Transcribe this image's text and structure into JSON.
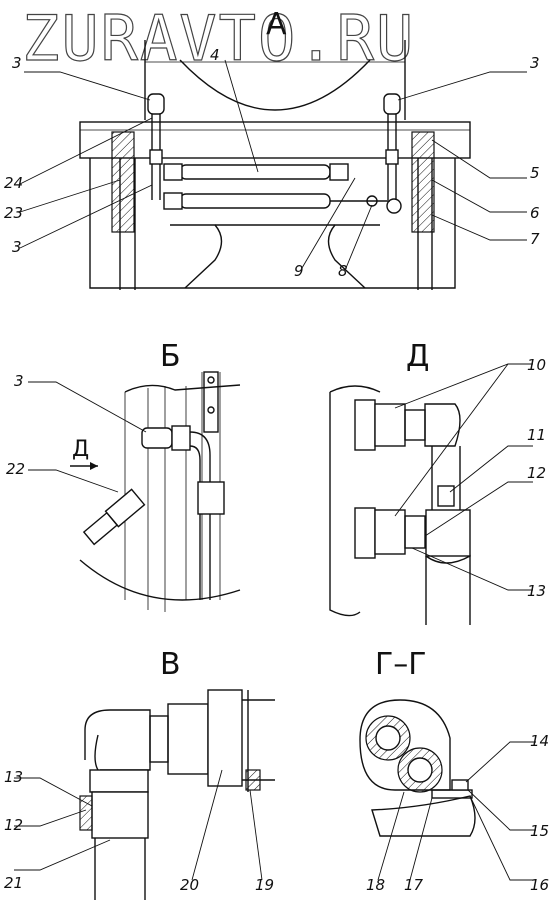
{
  "watermark": "ZURAVTO.RU",
  "views": {
    "a": "А",
    "b": "Б",
    "d": "Д",
    "v": "В",
    "g": "Г–Г"
  },
  "labels": {
    "a_3_left": "3",
    "a_4": "4",
    "a_3_right": "3",
    "a_24": "24",
    "a_23": "23",
    "a_3_bottom": "3",
    "a_5": "5",
    "a_6": "6",
    "a_7": "7",
    "a_9": "9",
    "a_8": "8",
    "b_3": "3",
    "b_22": "22",
    "b_d": "Д",
    "d_10": "10",
    "d_11": "11",
    "d_12": "12",
    "d_13": "13",
    "v_13": "13",
    "v_12": "12",
    "v_21": "21",
    "v_20": "20",
    "v_19": "19",
    "g_14": "14",
    "g_15": "15",
    "g_16": "16",
    "g_17": "17",
    "g_18": "18"
  }
}
